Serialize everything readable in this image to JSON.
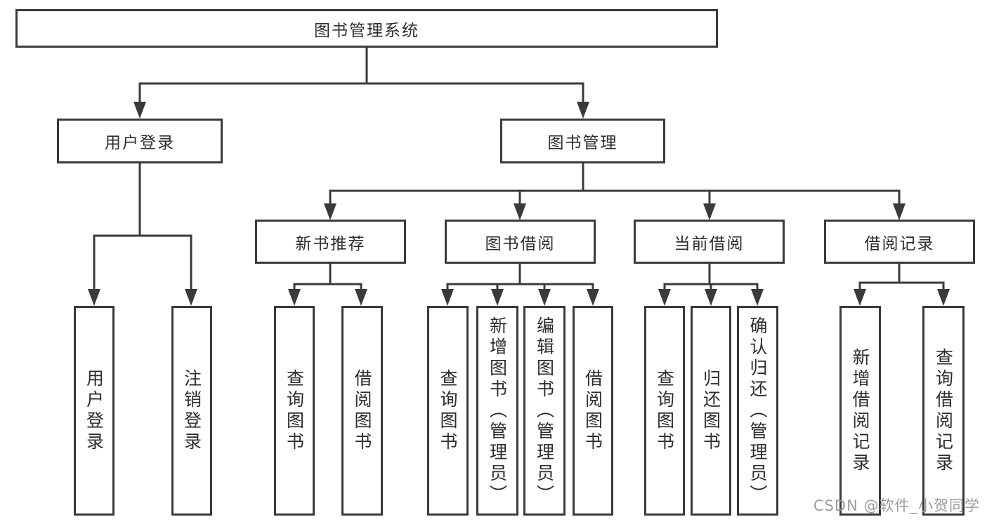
{
  "tree": {
    "root": "图书管理系统",
    "children": [
      {
        "label": "用户登录",
        "children": [
          {
            "label": "用户登录"
          },
          {
            "label": "注销登录"
          }
        ]
      },
      {
        "label": "图书管理",
        "children": [
          {
            "label": "新书推荐",
            "children": [
              {
                "label": "查询图书"
              },
              {
                "label": "借阅图书"
              }
            ]
          },
          {
            "label": "图书借阅",
            "children": [
              {
                "label": "查询图书"
              },
              {
                "label": "新增图书（管理员）"
              },
              {
                "label": "编辑图书（管理员）"
              },
              {
                "label": "借阅图书"
              }
            ]
          },
          {
            "label": "当前借阅",
            "children": [
              {
                "label": "查询图书"
              },
              {
                "label": "归还图书"
              },
              {
                "label": "确认归还（管理员）"
              }
            ]
          },
          {
            "label": "借阅记录",
            "children": [
              {
                "label": "新增借阅记录"
              },
              {
                "label": "查询借阅记录"
              }
            ]
          }
        ]
      }
    ]
  },
  "watermark": "CSDN @软件_小贺同学",
  "colors": {
    "line": "#3a3a3a",
    "text": "#2d2d2d",
    "box_background": "#ffffff",
    "watermark": "#9c9c9c"
  }
}
